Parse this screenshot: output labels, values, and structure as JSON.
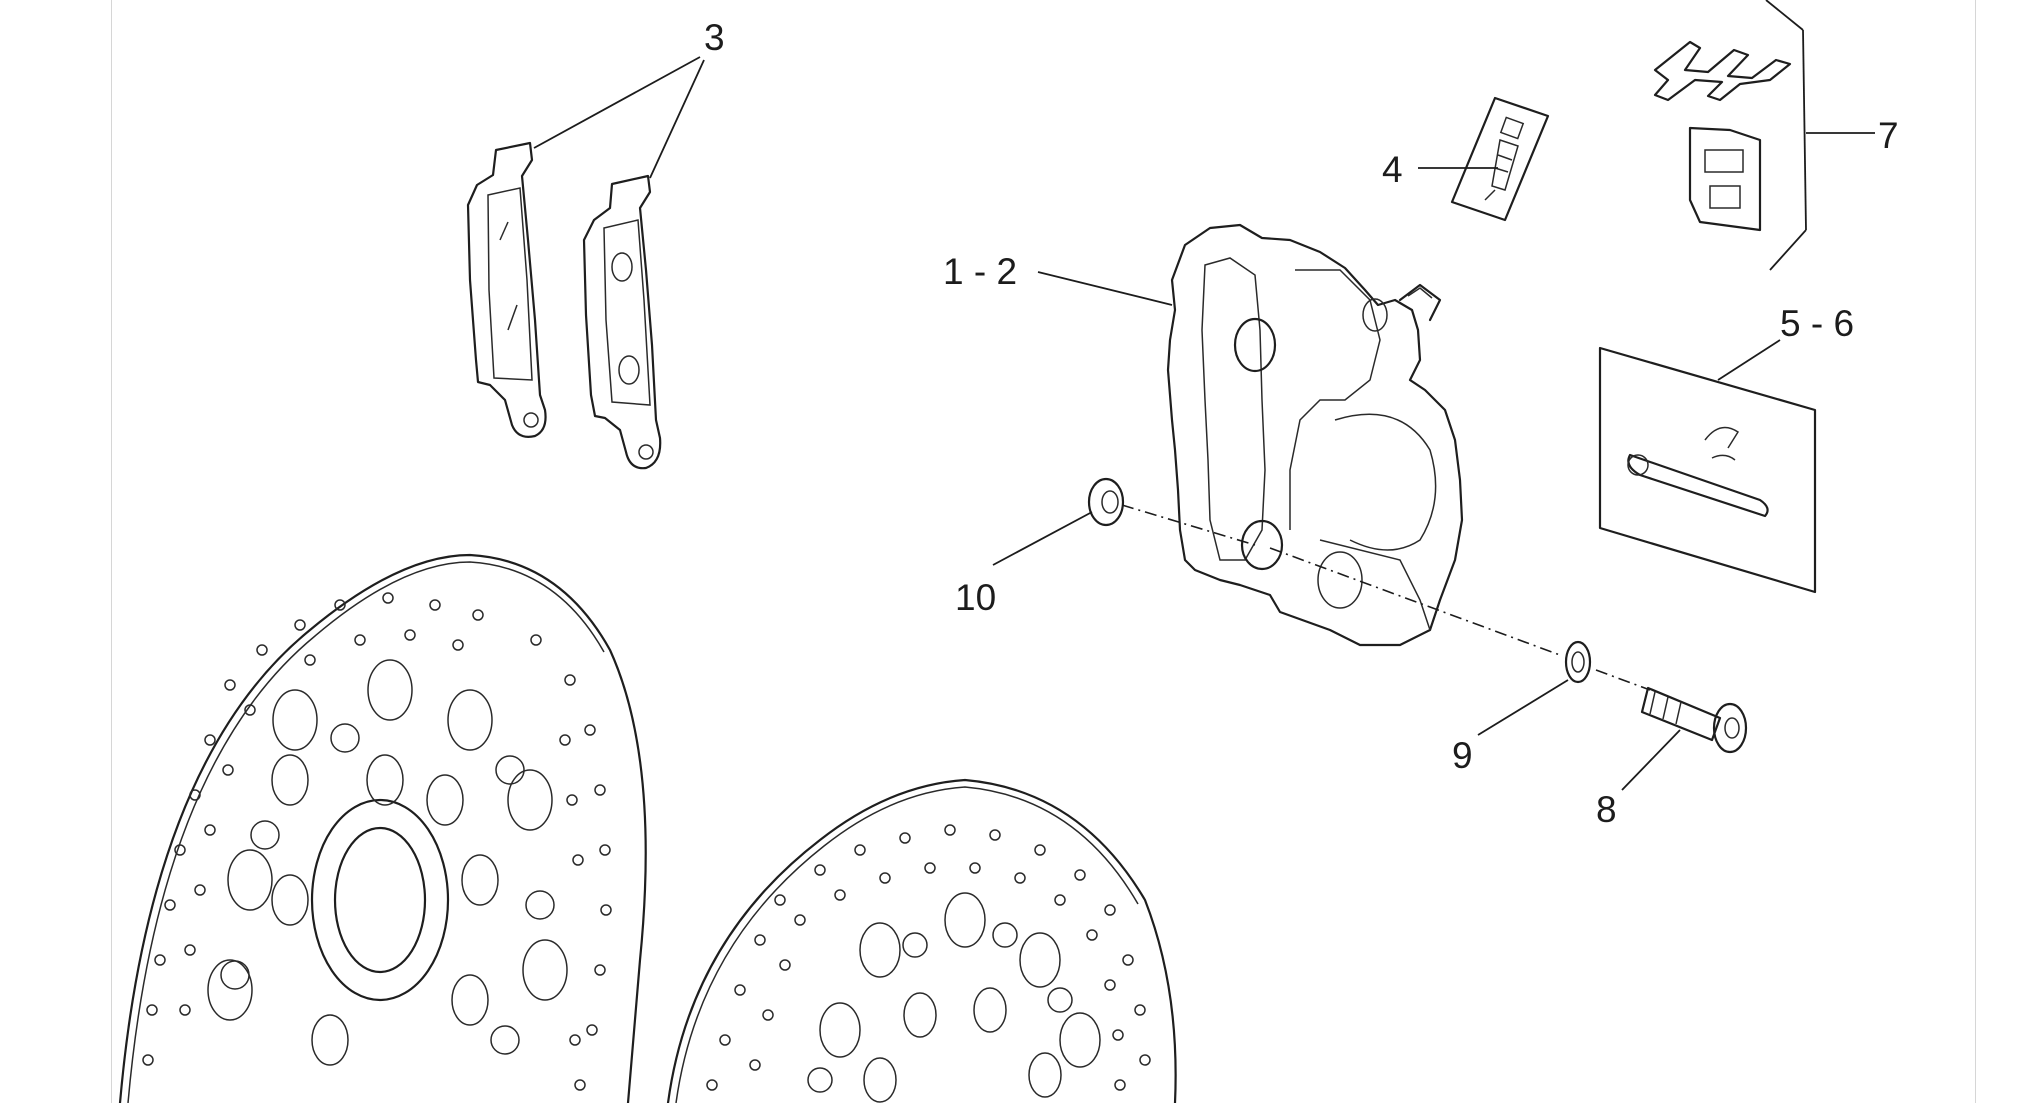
{
  "diagram": {
    "callouts": [
      {
        "id": "pads",
        "label": "3"
      },
      {
        "id": "bleed-valve",
        "label": "4"
      },
      {
        "id": "pad-spring-kit",
        "label": "7"
      },
      {
        "id": "caliper",
        "label": "1 - 2"
      },
      {
        "id": "pin-kit",
        "label": "5 - 6"
      },
      {
        "id": "bush",
        "label": "10"
      },
      {
        "id": "washer",
        "label": "9"
      },
      {
        "id": "bolt",
        "label": "8"
      }
    ]
  }
}
